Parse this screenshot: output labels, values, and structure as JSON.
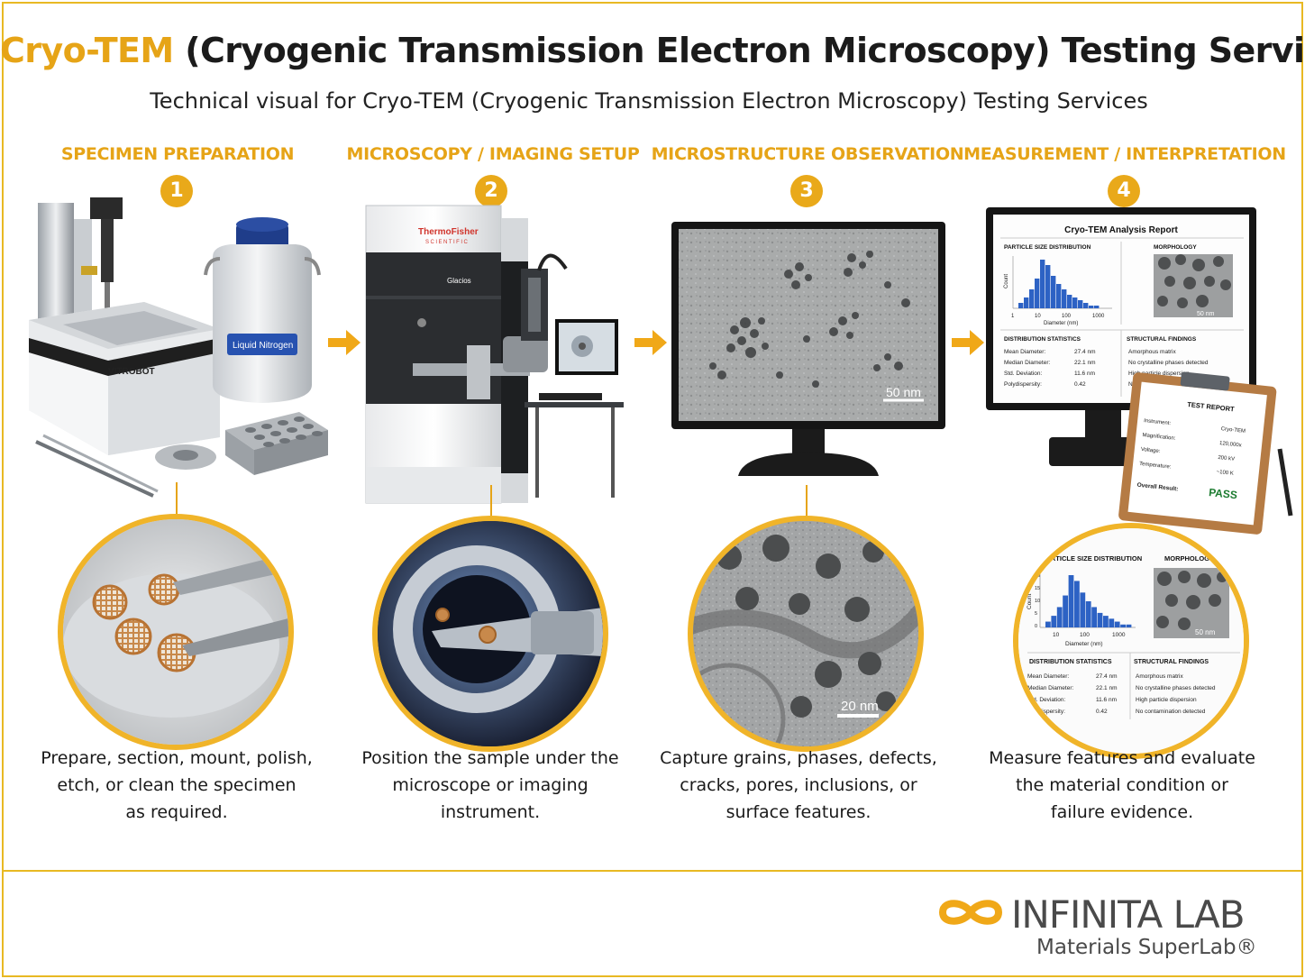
{
  "header": {
    "title_accent": "Cryo-TEM",
    "title_rest": "(Cryogenic Transmission Electron Microscopy) Testing Services",
    "subtitle": "Technical visual for Cryo-TEM (Cryogenic Transmission Electron Microscopy) Testing Services"
  },
  "steps": [
    {
      "number": "1",
      "title": "SPECIMEN PREPARATION",
      "desc_lines": [
        "Prepare, section, mount, polish,",
        "etch, or clean the specimen",
        "as required."
      ],
      "labels": {
        "vitrobot": "VITROBOT",
        "dewar": "Liquid Nitrogen"
      }
    },
    {
      "number": "2",
      "title": "MICROSCOPY / IMAGING SETUP",
      "desc_lines": [
        "Position the sample under the",
        "microscope or imaging",
        "instrument."
      ],
      "labels": {
        "brand_line1": "ThermoFisher",
        "brand_line2": "SCIENTIFIC",
        "model": "Glacios"
      }
    },
    {
      "number": "3",
      "title": "MICROSTRUCTURE OBSERVATION",
      "desc_lines": [
        "Capture grains, phases, defects,",
        "cracks, pores, inclusions, or",
        "surface features."
      ],
      "labels": {
        "scale_monitor": "50 nm",
        "scale_zoom": "20 nm"
      }
    },
    {
      "number": "4",
      "title": "MEASUREMENT / INTERPRETATION",
      "desc_lines": [
        "Measure features and evaluate",
        "the material condition or",
        "failure evidence."
      ],
      "report": {
        "title": "Cryo-TEM Analysis Report",
        "psd_heading": "PARTICLE SIZE DISTRIBUTION",
        "morph_heading": "MORPHOLOGY",
        "y_axis_label": "Count",
        "x_axis_label": "Diameter (nm)",
        "x_ticks": [
          "1",
          "10",
          "100",
          "1000"
        ],
        "y_ticks": [
          "20",
          "15",
          "10",
          "5",
          "0"
        ],
        "morph_scale": "50 nm",
        "stats_heading": "DISTRIBUTION STATISTICS",
        "stats": [
          {
            "label": "Mean Diameter:",
            "value": "27.4 nm"
          },
          {
            "label": "Median Diameter:",
            "value": "22.1 nm"
          },
          {
            "label": "Std. Deviation:",
            "value": "11.6 nm"
          },
          {
            "label": "Polydispersity:",
            "value": "0.42"
          }
        ],
        "findings_heading": "STRUCTURAL FINDINGS",
        "findings": [
          "Amorphous matrix",
          "No crystalline phases detected",
          "High particle dispersion",
          "No contamination detected"
        ],
        "histogram": [
          2,
          4,
          7,
          11,
          18,
          16,
          12,
          9,
          7,
          5,
          4,
          3,
          2,
          1,
          1
        ]
      },
      "clipboard": {
        "title": "TEST REPORT",
        "rows": [
          {
            "label": "Instrument:",
            "value": "Cryo-TEM"
          },
          {
            "label": "Magnification:",
            "value": "120,000x"
          },
          {
            "label": "Voltage:",
            "value": "200 kV"
          },
          {
            "label": "Temperature:",
            "value": "~100 K"
          }
        ],
        "result_label": "Overall Result:",
        "result_value": "PASS"
      }
    }
  ],
  "logo": {
    "name": "INFINITA LAB",
    "tagline": "Materials SuperLab®"
  },
  "colors": {
    "accent": "#e6a417",
    "pass_green": "#1e7d32",
    "histogram_blue": "#2d62c4"
  }
}
